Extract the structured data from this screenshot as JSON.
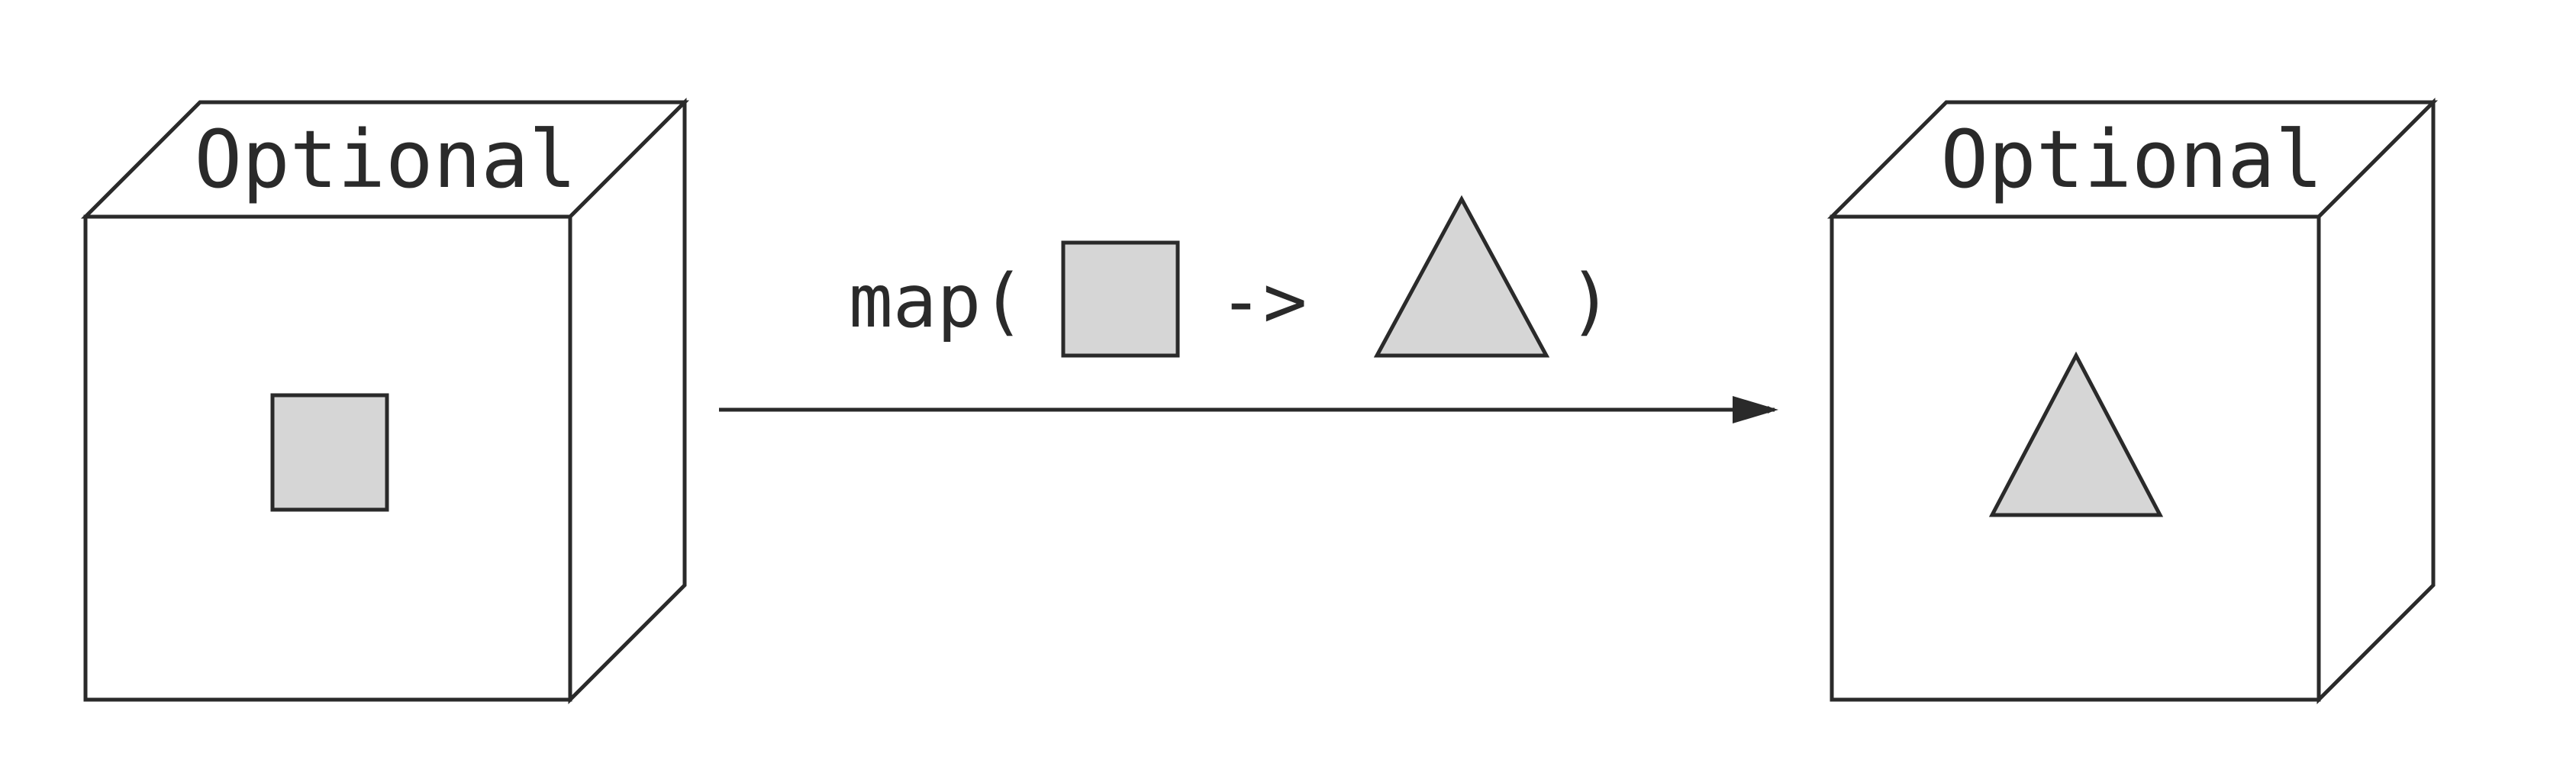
{
  "diagram": {
    "left_box": {
      "label": "Optional",
      "contents": "square"
    },
    "right_box": {
      "label": "Optional",
      "contents": "triangle"
    },
    "operation": {
      "prefix": "map(",
      "arrow": "->",
      "suffix": ")",
      "input_shape": "square",
      "output_shape": "triangle"
    },
    "colors": {
      "stroke": "#2a2a2a",
      "shape_fill": "#d6d6d6",
      "box_fill": "#ffffff",
      "background": "#ffffff"
    }
  }
}
